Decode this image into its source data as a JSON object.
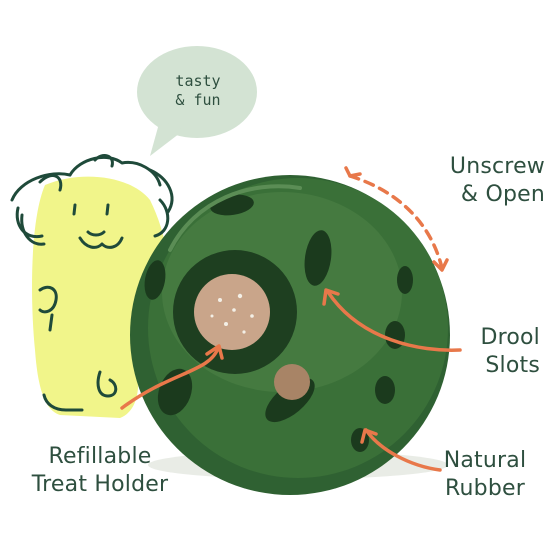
{
  "speech_bubble": {
    "line1": "tasty",
    "line2": "& fun"
  },
  "callouts": {
    "unscrew": {
      "line1": "Unscrew",
      "line2": "& Open"
    },
    "drool": {
      "line1": "Drool",
      "line2": "Slots"
    },
    "treat_holder": {
      "line1": "Refillable",
      "line2": "Treat Holder"
    },
    "rubber": {
      "line1": "Natural",
      "line2": "Rubber"
    }
  },
  "colors": {
    "text": "#2e4f3f",
    "arrow": "#e8784a",
    "ball_green": "#2f6132",
    "dog_yellow": "#f1f58a",
    "bubble": "#d3e3d3",
    "treat": "#c9a58a"
  }
}
